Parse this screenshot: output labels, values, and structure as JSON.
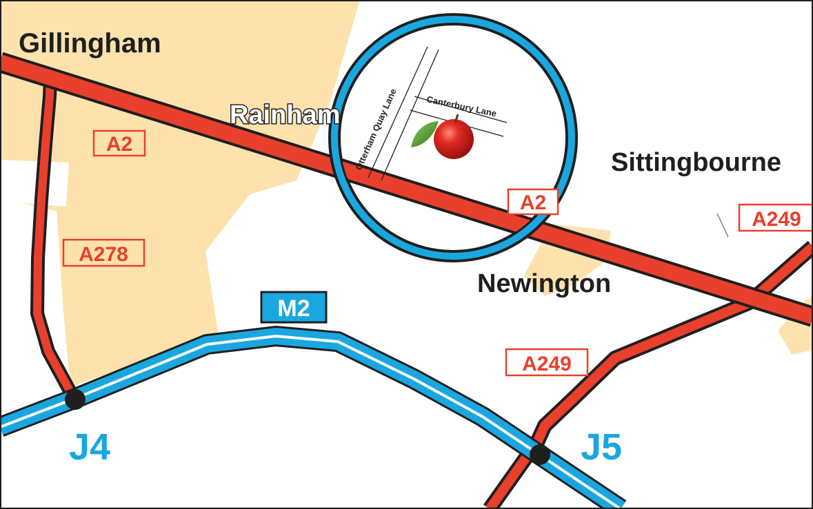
{
  "places": {
    "gillingham": "Gillingham",
    "rainham": "Rainham",
    "sittingbourne": "Sittingbourne",
    "newington": "Newington"
  },
  "roads": {
    "a2_west": "A2",
    "a2_east": "A2",
    "a278": "A278",
    "a249_south": "A249",
    "a249_east": "A249",
    "m2": "M2"
  },
  "junctions": {
    "j4": "J4",
    "j5": "J5"
  },
  "inset": {
    "otterham_quay_lane": "Otterham Quay Lane",
    "canterbury_lane": "Canterbury Lane",
    "marker": "apple-icon"
  },
  "colors": {
    "urban": "#fde2ad",
    "a_road": "#e8402c",
    "motorway": "#1aa7e0",
    "outline": "#1f1f1f",
    "inset_ring": "#1aa7e0"
  }
}
